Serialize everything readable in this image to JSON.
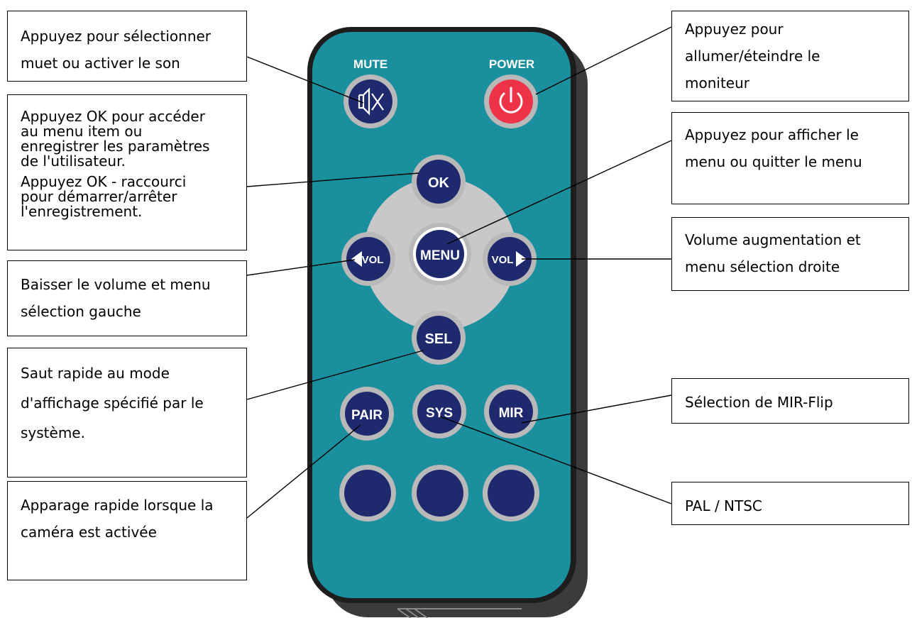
{
  "remote": {
    "top_labels": {
      "mute": "MUTE",
      "power": "POWER"
    },
    "buttons": {
      "ok": "OK",
      "menu": "MENU",
      "vol_left": "VOL",
      "vol_right": "VOL",
      "sel": "SEL",
      "pair": "PAIR",
      "sys": "SYS",
      "mir": "MIR"
    },
    "icons": {
      "mute": "speaker-mute-icon",
      "power": "power-icon"
    },
    "colors": {
      "body": "#1a8f9e",
      "shadow": "#3b3b3b",
      "button": "#1f2a6e",
      "button_ring": "#b9b9b9",
      "power": "#ee3348",
      "dpad": "#c8c8c8"
    }
  },
  "callouts": {
    "mute": "Appuyez  pour  sélectionner\nmuet ou activer le son",
    "ok_line1": "Appuyez OK pour accéder\nau menu item ou\nenregistrer les paramètres\nde l'utilisateur.",
    "ok_line2": "Appuyez OK - raccourci\npour démarrer/arrêter\nl'enregistrement.",
    "vol_down": "Baisser le volume et menu\nsélection gauche",
    "sel": "Saut rapide au mode\nd'affichage spécifié par le\nsystème.",
    "pair": "Apparage rapide lorsque la\ncaméra est activée",
    "power": "Appuyez pour\nallumer/éteindre le\nmoniteur",
    "menu": "Appuyez  pour  afficher  le\nmenu ou quitter le menu",
    "vol_up": "Volume augmentation et\nmenu sélection droite",
    "mir": "Sélection de MIR-Flip",
    "sys": "PAL / NTSC"
  }
}
